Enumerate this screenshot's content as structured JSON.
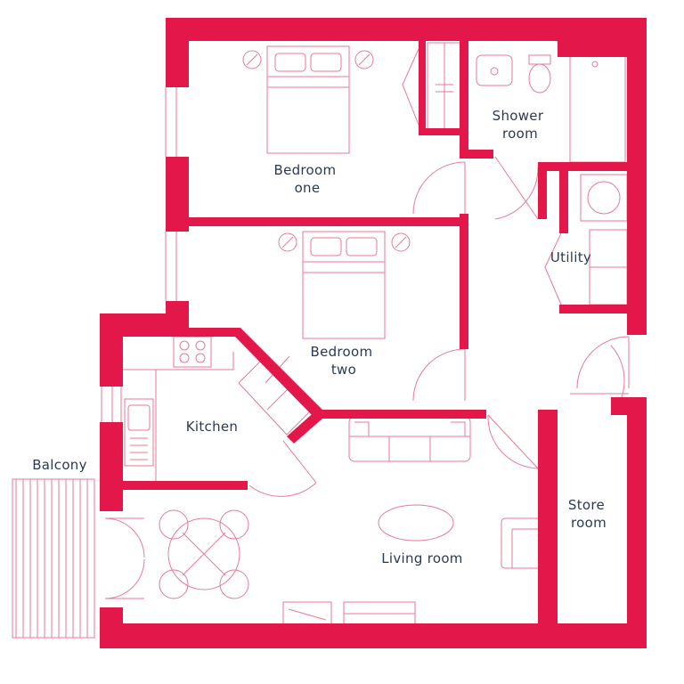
{
  "colors": {
    "wall": "#e3174a",
    "line": "#e87a95",
    "text": "#2b3a52",
    "background": "#ffffff"
  },
  "rooms": {
    "bedroom_one": [
      "Bedroom",
      "one"
    ],
    "shower_room": [
      "Shower",
      "room"
    ],
    "utility": "Utility",
    "bedroom_two": [
      "Bedroom",
      "two"
    ],
    "kitchen": "Kitchen",
    "balcony": "Balcony",
    "store_room": [
      "Store",
      "room"
    ],
    "living_room": "Living room"
  }
}
